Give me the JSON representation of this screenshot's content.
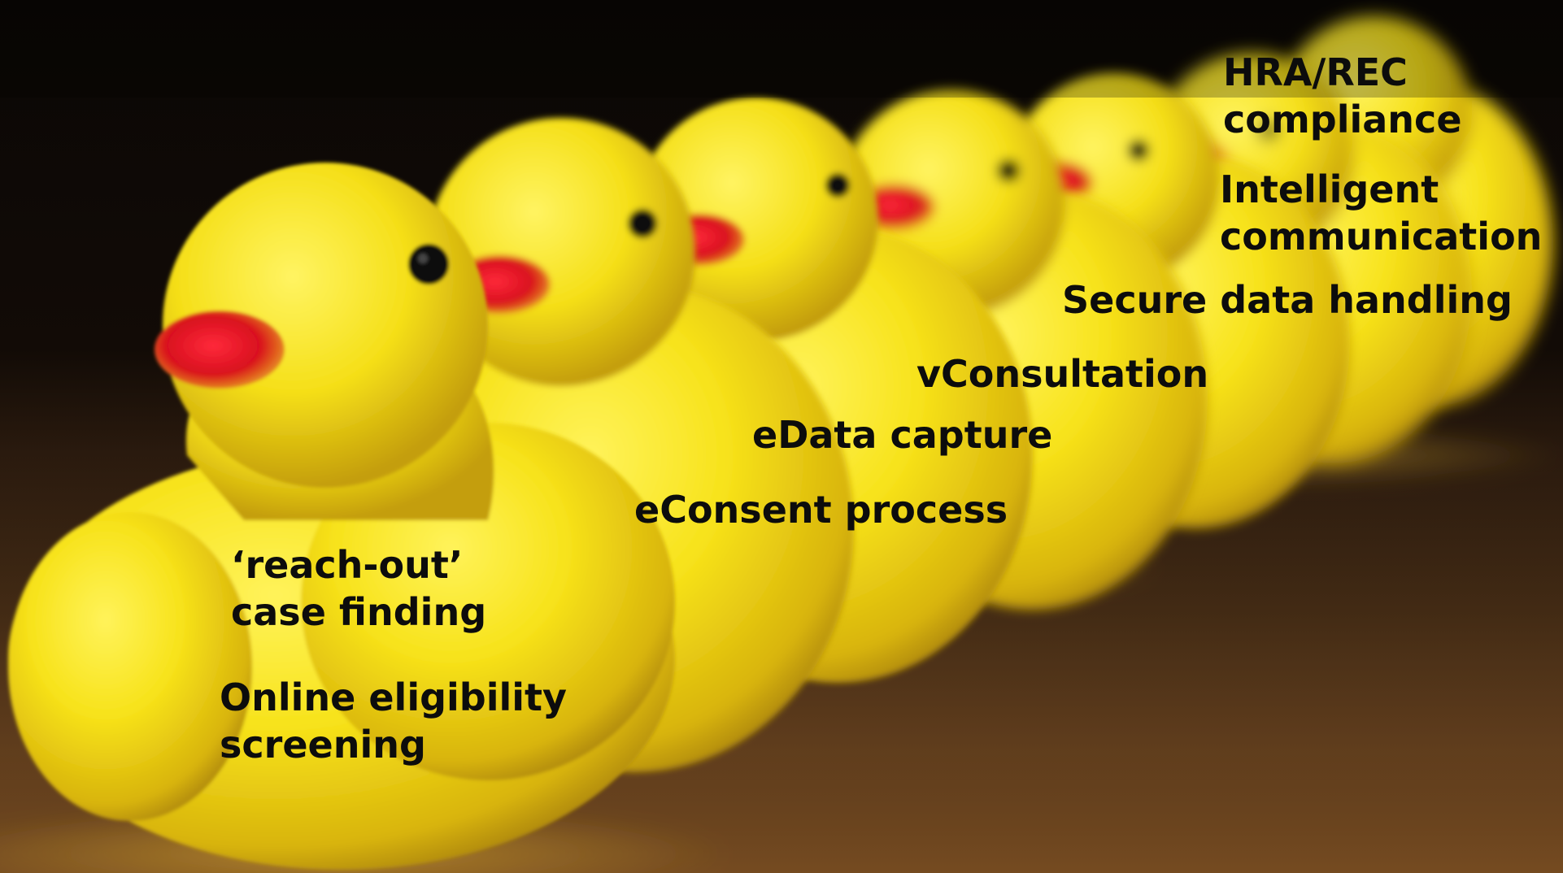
{
  "scene": {
    "subject": "rubber-duck",
    "colors": {
      "duck_yellow": "#f7e21a",
      "duck_shadow": "#c9a10a",
      "beak_red": "#e0162a",
      "eye_black": "#0a0a0a",
      "background": "#0a0705",
      "table": "#5a3a1e",
      "label_text": "#0c0c0c"
    }
  },
  "labels": {
    "hra_rec": [
      "HRA/REC",
      "compliance"
    ],
    "intelligent": [
      "Intelligent",
      "communication"
    ],
    "secure_data": [
      "Secure data handling"
    ],
    "vconsultation": [
      "vConsultation"
    ],
    "edata": [
      "eData capture"
    ],
    "econsent": [
      "eConsent process"
    ],
    "reach_out": [
      "‘reach-out’",
      "case finding"
    ],
    "online_eligibility": [
      "Online eligibility",
      "screening"
    ]
  }
}
